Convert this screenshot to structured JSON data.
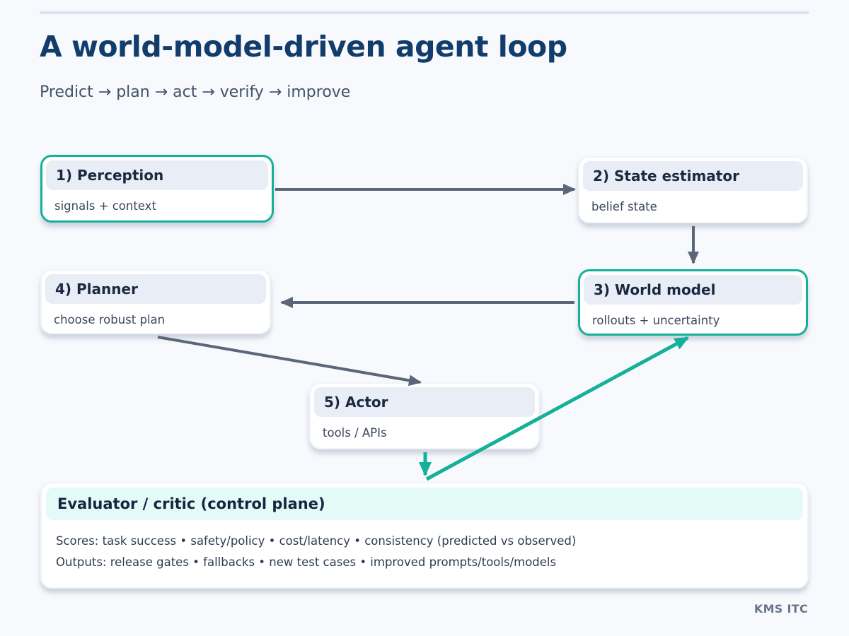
{
  "page": {
    "title": "A world-model-driven agent loop",
    "subtitle": "Predict → plan → act → verify → improve",
    "footer": "KMS ITC"
  },
  "colors": {
    "page_bg": "#f7f9fc",
    "title_navy": "#113c6b",
    "accent_teal": "#15b099",
    "arrow_gray": "#5b6678",
    "box_header_bg": "#e9edf5",
    "evaluator_header_bg": "#e3faf6",
    "box_title_text": "#1b2842",
    "box_body_text": "#3b475c"
  },
  "boxes": [
    {
      "id": "perception",
      "title": "1) Perception",
      "body": "signals + context",
      "highlight": true
    },
    {
      "id": "state-estimator",
      "title": "2) State estimator",
      "body": "belief state",
      "highlight": false
    },
    {
      "id": "world-model",
      "title": "3) World model",
      "body": "rollouts + uncertainty",
      "highlight": true
    },
    {
      "id": "planner",
      "title": "4) Planner",
      "body": "choose robust plan",
      "highlight": false
    },
    {
      "id": "actor",
      "title": "5) Actor",
      "body": "tools / APIs",
      "highlight": false
    }
  ],
  "evaluator": {
    "title": "Evaluator / critic (control plane)",
    "lines": [
      "Scores: task success • safety/policy • cost/latency • consistency (predicted vs observed)",
      "Outputs: release gates • fallbacks • new test cases • improved prompts/tools/models"
    ]
  },
  "arrows": [
    {
      "from": "perception",
      "to": "state-estimator",
      "style": "gray"
    },
    {
      "from": "state-estimator",
      "to": "world-model",
      "style": "gray"
    },
    {
      "from": "world-model",
      "to": "planner",
      "style": "gray"
    },
    {
      "from": "planner",
      "to": "actor",
      "style": "gray"
    },
    {
      "from": "actor",
      "to": "evaluator",
      "style": "teal"
    },
    {
      "from": "evaluator",
      "to": "world-model",
      "style": "teal"
    }
  ]
}
